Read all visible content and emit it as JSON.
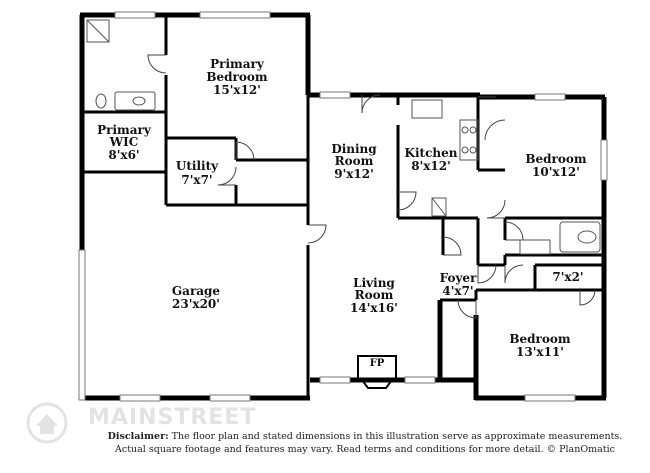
{
  "rooms": {
    "primary_bedroom": {
      "name_line1": "Primary",
      "name_line2": "Bedroom",
      "dims": "15'x12'"
    },
    "primary_wic": {
      "name_line1": "Primary",
      "name_line2": "WIC",
      "dims": "8'x6'"
    },
    "utility": {
      "name": "Utility",
      "dims": "7'x7'"
    },
    "dining_room": {
      "name_line1": "Dining",
      "name_line2": "Room",
      "dims": "9'x12'"
    },
    "kitchen": {
      "name": "Kitchen",
      "dims": "8'x12'"
    },
    "bedroom_1": {
      "name": "Bedroom",
      "dims": "10'x12'"
    },
    "garage": {
      "name": "Garage",
      "dims": "23'x20'"
    },
    "living_room": {
      "name_line1": "Living",
      "name_line2": "Room",
      "dims": "14'x16'"
    },
    "foyer": {
      "name": "Foyer",
      "dims": "4'x7'"
    },
    "closet": {
      "dims": "7'x2'"
    },
    "bedroom_2": {
      "name": "Bedroom",
      "dims": "13'x11'"
    }
  },
  "fireplace_label": "FP",
  "disclaimer": {
    "label": "Disclaimer:",
    "line1": "The floor plan and stated dimensions in this illustration serve as approximate measurements.",
    "line2": "Actual square footage and features may vary. Read terms and conditions for more detail. © PlanOmatic"
  },
  "watermark": "MAINSTREET"
}
